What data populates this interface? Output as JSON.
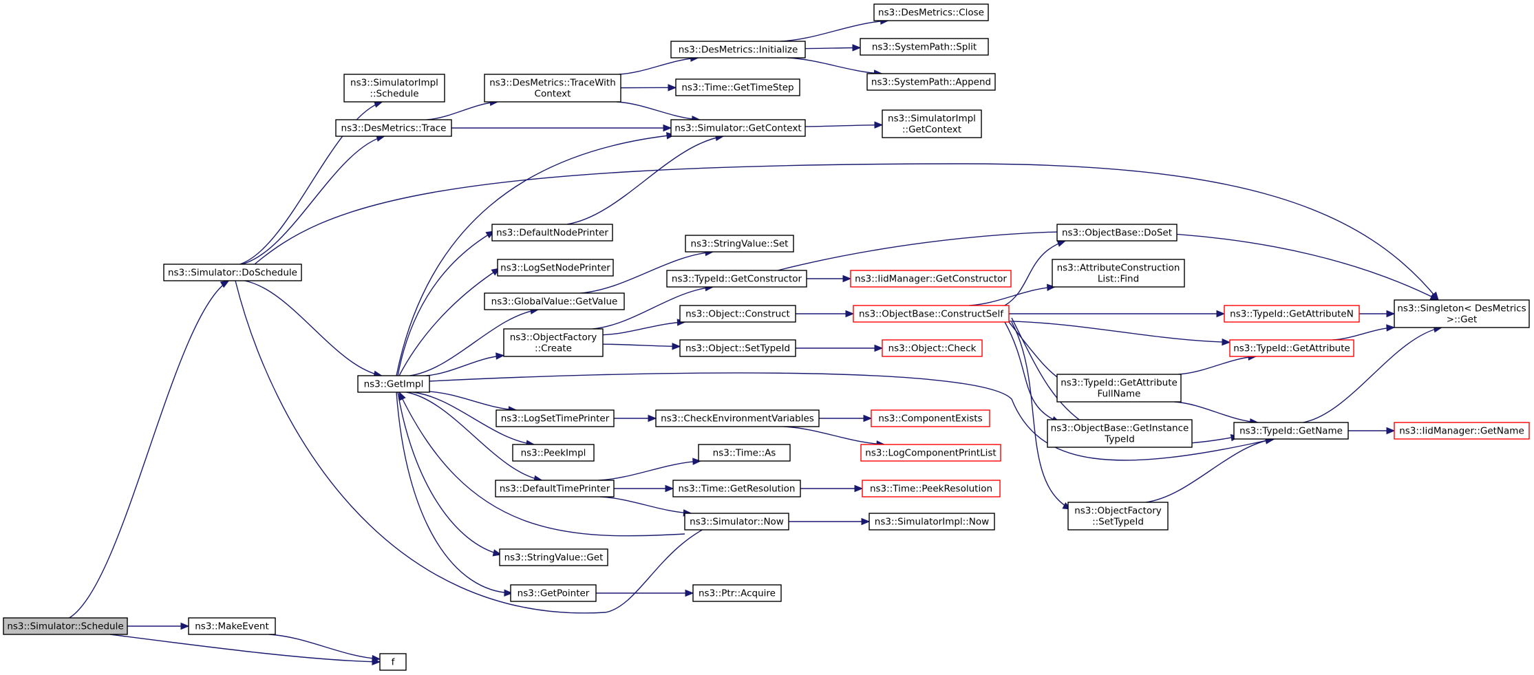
{
  "colors": {
    "edge": "#191970",
    "root_fill": "#bfbfbf",
    "truncated_border": "#ff0000",
    "node_border": "#000000"
  },
  "nodes": [
    {
      "id": "schedule",
      "lines": [
        "ns3::Simulator::Schedule"
      ],
      "style": "root"
    },
    {
      "id": "makeevent",
      "lines": [
        "ns3::MakeEvent"
      ]
    },
    {
      "id": "f",
      "lines": [
        "f"
      ]
    },
    {
      "id": "doschedule",
      "lines": [
        "ns3::Simulator::DoSchedule"
      ]
    },
    {
      "id": "simimpl_schedule",
      "lines": [
        "ns3::SimulatorImpl",
        "::Schedule"
      ]
    },
    {
      "id": "desmetrics_trace",
      "lines": [
        "ns3::DesMetrics::Trace"
      ]
    },
    {
      "id": "desmetrics_tracewithctx",
      "lines": [
        "ns3::DesMetrics::TraceWith",
        "Context"
      ]
    },
    {
      "id": "desmetrics_init",
      "lines": [
        "ns3::DesMetrics::Initialize"
      ]
    },
    {
      "id": "desmetrics_close",
      "lines": [
        "ns3::DesMetrics::Close"
      ]
    },
    {
      "id": "syspath_split",
      "lines": [
        "ns3::SystemPath::Split"
      ]
    },
    {
      "id": "syspath_append",
      "lines": [
        "ns3::SystemPath::Append"
      ]
    },
    {
      "id": "time_gettimestep",
      "lines": [
        "ns3::Time::GetTimeStep"
      ]
    },
    {
      "id": "sim_getcontext",
      "lines": [
        "ns3::Simulator::GetContext"
      ]
    },
    {
      "id": "simimpl_getcontext",
      "lines": [
        "ns3::SimulatorImpl",
        "::GetContext"
      ]
    },
    {
      "id": "singleton_get",
      "lines": [
        "ns3::Singleton< DesMetrics",
        ">::Get"
      ]
    },
    {
      "id": "defaultnodeprinter",
      "lines": [
        "ns3::DefaultNodePrinter"
      ]
    },
    {
      "id": "logsetnodeprinter",
      "lines": [
        "ns3::LogSetNodePrinter"
      ]
    },
    {
      "id": "stringvalue_set",
      "lines": [
        "ns3::StringValue::Set"
      ]
    },
    {
      "id": "globalvalue_getvalue",
      "lines": [
        "ns3::GlobalValue::GetValue"
      ]
    },
    {
      "id": "typeid_getconstructor",
      "lines": [
        "ns3::TypeId::GetConstructor"
      ]
    },
    {
      "id": "iidmanager_getconstructor",
      "lines": [
        "ns3::IidManager::GetConstructor"
      ],
      "style": "trunc"
    },
    {
      "id": "objectbase_doset",
      "lines": [
        "ns3::ObjectBase::DoSet"
      ]
    },
    {
      "id": "attrconstlist_find",
      "lines": [
        "ns3::AttributeConstruction",
        "List::Find"
      ]
    },
    {
      "id": "objectfactory_create",
      "lines": [
        "ns3::ObjectFactory",
        "::Create"
      ]
    },
    {
      "id": "object_construct",
      "lines": [
        "ns3::Object::Construct"
      ]
    },
    {
      "id": "objectbase_constructself",
      "lines": [
        "ns3::ObjectBase::ConstructSelf"
      ],
      "style": "trunc"
    },
    {
      "id": "typeid_getattributen",
      "lines": [
        "ns3::TypeId::GetAttributeN"
      ],
      "style": "trunc"
    },
    {
      "id": "object_settypeid",
      "lines": [
        "ns3::Object::SetTypeId"
      ]
    },
    {
      "id": "object_check",
      "lines": [
        "ns3::Object::Check"
      ],
      "style": "trunc"
    },
    {
      "id": "typeid_getattribute",
      "lines": [
        "ns3::TypeId::GetAttribute"
      ],
      "style": "trunc"
    },
    {
      "id": "getimpl",
      "lines": [
        "ns3::GetImpl"
      ]
    },
    {
      "id": "typeid_getattrfullname",
      "lines": [
        "ns3::TypeId::GetAttribute",
        "FullName"
      ]
    },
    {
      "id": "logsettimeprinter",
      "lines": [
        "ns3::LogSetTimePrinter"
      ]
    },
    {
      "id": "checkenvvars",
      "lines": [
        "ns3::CheckEnvironmentVariables"
      ]
    },
    {
      "id": "componentexists",
      "lines": [
        "ns3::ComponentExists"
      ],
      "style": "trunc"
    },
    {
      "id": "objectbase_getinstancetypeid",
      "lines": [
        "ns3::ObjectBase::GetInstance",
        "TypeId"
      ]
    },
    {
      "id": "typeid_getname",
      "lines": [
        "ns3::TypeId::GetName"
      ]
    },
    {
      "id": "iidmanager_getname",
      "lines": [
        "ns3::IidManager::GetName"
      ],
      "style": "trunc"
    },
    {
      "id": "logcomponentprintlist",
      "lines": [
        "ns3::LogComponentPrintList"
      ],
      "style": "trunc"
    },
    {
      "id": "peekimpl",
      "lines": [
        "ns3::PeekImpl"
      ]
    },
    {
      "id": "time_as",
      "lines": [
        "ns3::Time::As"
      ]
    },
    {
      "id": "defaulttimeprinter",
      "lines": [
        "ns3::DefaultTimePrinter"
      ]
    },
    {
      "id": "time_getresolution",
      "lines": [
        "ns3::Time::GetResolution"
      ]
    },
    {
      "id": "time_peekresolution",
      "lines": [
        "ns3::Time::PeekResolution"
      ],
      "style": "trunc"
    },
    {
      "id": "objectfactory_settypeid",
      "lines": [
        "ns3::ObjectFactory",
        "::SetTypeId"
      ]
    },
    {
      "id": "sim_now",
      "lines": [
        "ns3::Simulator::Now"
      ]
    },
    {
      "id": "simimpl_now",
      "lines": [
        "ns3::SimulatorImpl::Now"
      ]
    },
    {
      "id": "stringvalue_get",
      "lines": [
        "ns3::StringValue::Get"
      ]
    },
    {
      "id": "getpointer",
      "lines": [
        "ns3::GetPointer"
      ]
    },
    {
      "id": "ptr_acquire",
      "lines": [
        "ns3::Ptr::Acquire"
      ]
    }
  ],
  "edges": [
    {
      "from": "schedule",
      "to": "doschedule"
    },
    {
      "from": "schedule",
      "to": "makeevent"
    },
    {
      "from": "schedule",
      "to": "f"
    },
    {
      "from": "makeevent",
      "to": "f"
    },
    {
      "from": "doschedule",
      "to": "simimpl_schedule"
    },
    {
      "from": "doschedule",
      "to": "desmetrics_trace"
    },
    {
      "from": "doschedule",
      "to": "singleton_get"
    },
    {
      "from": "doschedule",
      "to": "getimpl"
    },
    {
      "from": "doschedule",
      "to": "sim_now"
    },
    {
      "from": "desmetrics_trace",
      "to": "desmetrics_tracewithctx"
    },
    {
      "from": "desmetrics_trace",
      "to": "sim_getcontext"
    },
    {
      "from": "desmetrics_tracewithctx",
      "to": "desmetrics_init"
    },
    {
      "from": "desmetrics_tracewithctx",
      "to": "time_gettimestep"
    },
    {
      "from": "desmetrics_tracewithctx",
      "to": "sim_getcontext"
    },
    {
      "from": "desmetrics_init",
      "to": "desmetrics_close"
    },
    {
      "from": "desmetrics_init",
      "to": "syspath_split"
    },
    {
      "from": "desmetrics_init",
      "to": "syspath_append"
    },
    {
      "from": "sim_getcontext",
      "to": "simimpl_getcontext"
    },
    {
      "from": "defaultnodeprinter",
      "to": "sim_getcontext"
    },
    {
      "from": "getimpl",
      "to": "sim_getcontext"
    },
    {
      "from": "getimpl",
      "to": "defaultnodeprinter"
    },
    {
      "from": "getimpl",
      "to": "logsetnodeprinter"
    },
    {
      "from": "getimpl",
      "to": "globalvalue_getvalue"
    },
    {
      "from": "getimpl",
      "to": "objectfactory_create"
    },
    {
      "from": "getimpl",
      "to": "typeid_getname"
    },
    {
      "from": "getimpl",
      "to": "logsettimeprinter"
    },
    {
      "from": "getimpl",
      "to": "peekimpl"
    },
    {
      "from": "getimpl",
      "to": "defaulttimeprinter"
    },
    {
      "from": "getimpl",
      "to": "stringvalue_get"
    },
    {
      "from": "getimpl",
      "to": "getpointer"
    },
    {
      "from": "sim_now",
      "to": "getimpl"
    },
    {
      "from": "globalvalue_getvalue",
      "to": "stringvalue_set"
    },
    {
      "from": "objectfactory_create",
      "to": "typeid_getconstructor"
    },
    {
      "from": "objectfactory_create",
      "to": "object_construct"
    },
    {
      "from": "objectfactory_create",
      "to": "object_settypeid"
    },
    {
      "from": "typeid_getconstructor",
      "to": "iidmanager_getconstructor"
    },
    {
      "from": "typeid_getconstructor",
      "to": "singleton_get"
    },
    {
      "from": "object_construct",
      "to": "objectbase_constructself"
    },
    {
      "from": "object_settypeid",
      "to": "object_check"
    },
    {
      "from": "objectbase_constructself",
      "to": "objectbase_doset"
    },
    {
      "from": "objectbase_constructself",
      "to": "attrconstlist_find"
    },
    {
      "from": "objectbase_constructself",
      "to": "typeid_getattributen"
    },
    {
      "from": "objectbase_constructself",
      "to": "typeid_getattribute"
    },
    {
      "from": "objectbase_constructself",
      "to": "typeid_getattrfullname"
    },
    {
      "from": "objectbase_constructself",
      "to": "objectbase_getinstancetypeid"
    },
    {
      "from": "objectbase_constructself",
      "to": "typeid_getname"
    },
    {
      "from": "objectbase_constructself",
      "to": "objectfactory_settypeid"
    },
    {
      "from": "typeid_getattributen",
      "to": "singleton_get"
    },
    {
      "from": "typeid_getattribute",
      "to": "singleton_get"
    },
    {
      "from": "typeid_getattrfullname",
      "to": "typeid_getattribute"
    },
    {
      "from": "typeid_getattrfullname",
      "to": "typeid_getname"
    },
    {
      "from": "typeid_getname",
      "to": "singleton_get"
    },
    {
      "from": "typeid_getname",
      "to": "iidmanager_getname"
    },
    {
      "from": "objectfactory_settypeid",
      "to": "typeid_getname"
    },
    {
      "from": "logsettimeprinter",
      "to": "checkenvvars"
    },
    {
      "from": "checkenvvars",
      "to": "componentexists"
    },
    {
      "from": "checkenvvars",
      "to": "logcomponentprintlist"
    },
    {
      "from": "defaulttimeprinter",
      "to": "time_as"
    },
    {
      "from": "defaulttimeprinter",
      "to": "time_getresolution"
    },
    {
      "from": "defaulttimeprinter",
      "to": "sim_now"
    },
    {
      "from": "time_getresolution",
      "to": "time_peekresolution"
    },
    {
      "from": "sim_now",
      "to": "simimpl_now"
    },
    {
      "from": "getpointer",
      "to": "ptr_acquire"
    }
  ]
}
